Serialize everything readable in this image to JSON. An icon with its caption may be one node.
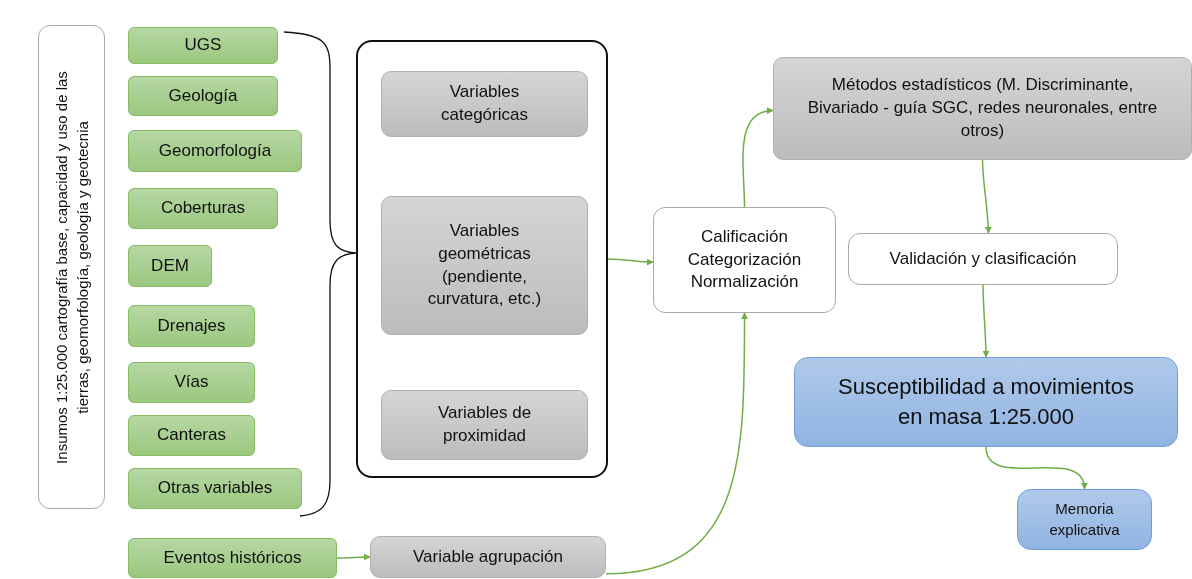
{
  "diagram": {
    "nodes": [
      {
        "text": [
          "Insumos 1:25.000 cartografía base, capacidad y uso de las tierras, geomorfología, geología y geotecnia"
        ]
      },
      {
        "text": [
          "UGS"
        ]
      },
      {
        "text": [
          "Geología"
        ]
      },
      {
        "text": [
          "Geomorfología"
        ]
      },
      {
        "text": [
          "Coberturas"
        ]
      },
      {
        "text": [
          "DEM"
        ]
      },
      {
        "text": [
          "Drenajes"
        ]
      },
      {
        "text": [
          "Vías"
        ]
      },
      {
        "text": [
          "Canteras"
        ]
      },
      {
        "text": [
          "Otras variables"
        ]
      },
      {
        "text": [],
        "shape": "box"
      },
      {
        "text": [
          "Variables categóricas"
        ],
        "in": 10
      },
      {
        "text": [
          "Variables geométricas (pendiente, curvatura, etc.)"
        ],
        "in": 10
      },
      {
        "text": [
          "Variables de proximidad"
        ],
        "in": 10
      },
      {
        "text": [
          "Eventos históricos"
        ]
      },
      {
        "text": [
          "Variable agrupación"
        ]
      },
      {
        "text": [
          "Calificación",
          "Categorización",
          "Normalización"
        ]
      },
      {
        "text": [
          "Métodos estadísticos (M. Discriminante, Bivariado - guía SGC, redes neuronales, entre otros)"
        ]
      },
      {
        "text": [
          "Validación y clasificación"
        ]
      },
      {
        "text": [
          "Susceptibilidad a movimientos en masa 1:25.000"
        ]
      },
      {
        "text": [
          "Memoria explicativa"
        ]
      }
    ],
    "edges": [
      {
        "from": 10,
        "to": 16,
        "arrow": "to"
      },
      {
        "from": 14,
        "to": 15,
        "arrow": "to"
      },
      {
        "from": 15,
        "to": 16,
        "arrow": "to"
      },
      {
        "from": 16,
        "to": 17,
        "arrow": "to"
      },
      {
        "from": 17,
        "to": 18,
        "arrow": "to"
      },
      {
        "from": 18,
        "to": 19,
        "arrow": "to"
      },
      {
        "from": 19,
        "to": 20,
        "arrow": "to"
      }
    ]
  }
}
